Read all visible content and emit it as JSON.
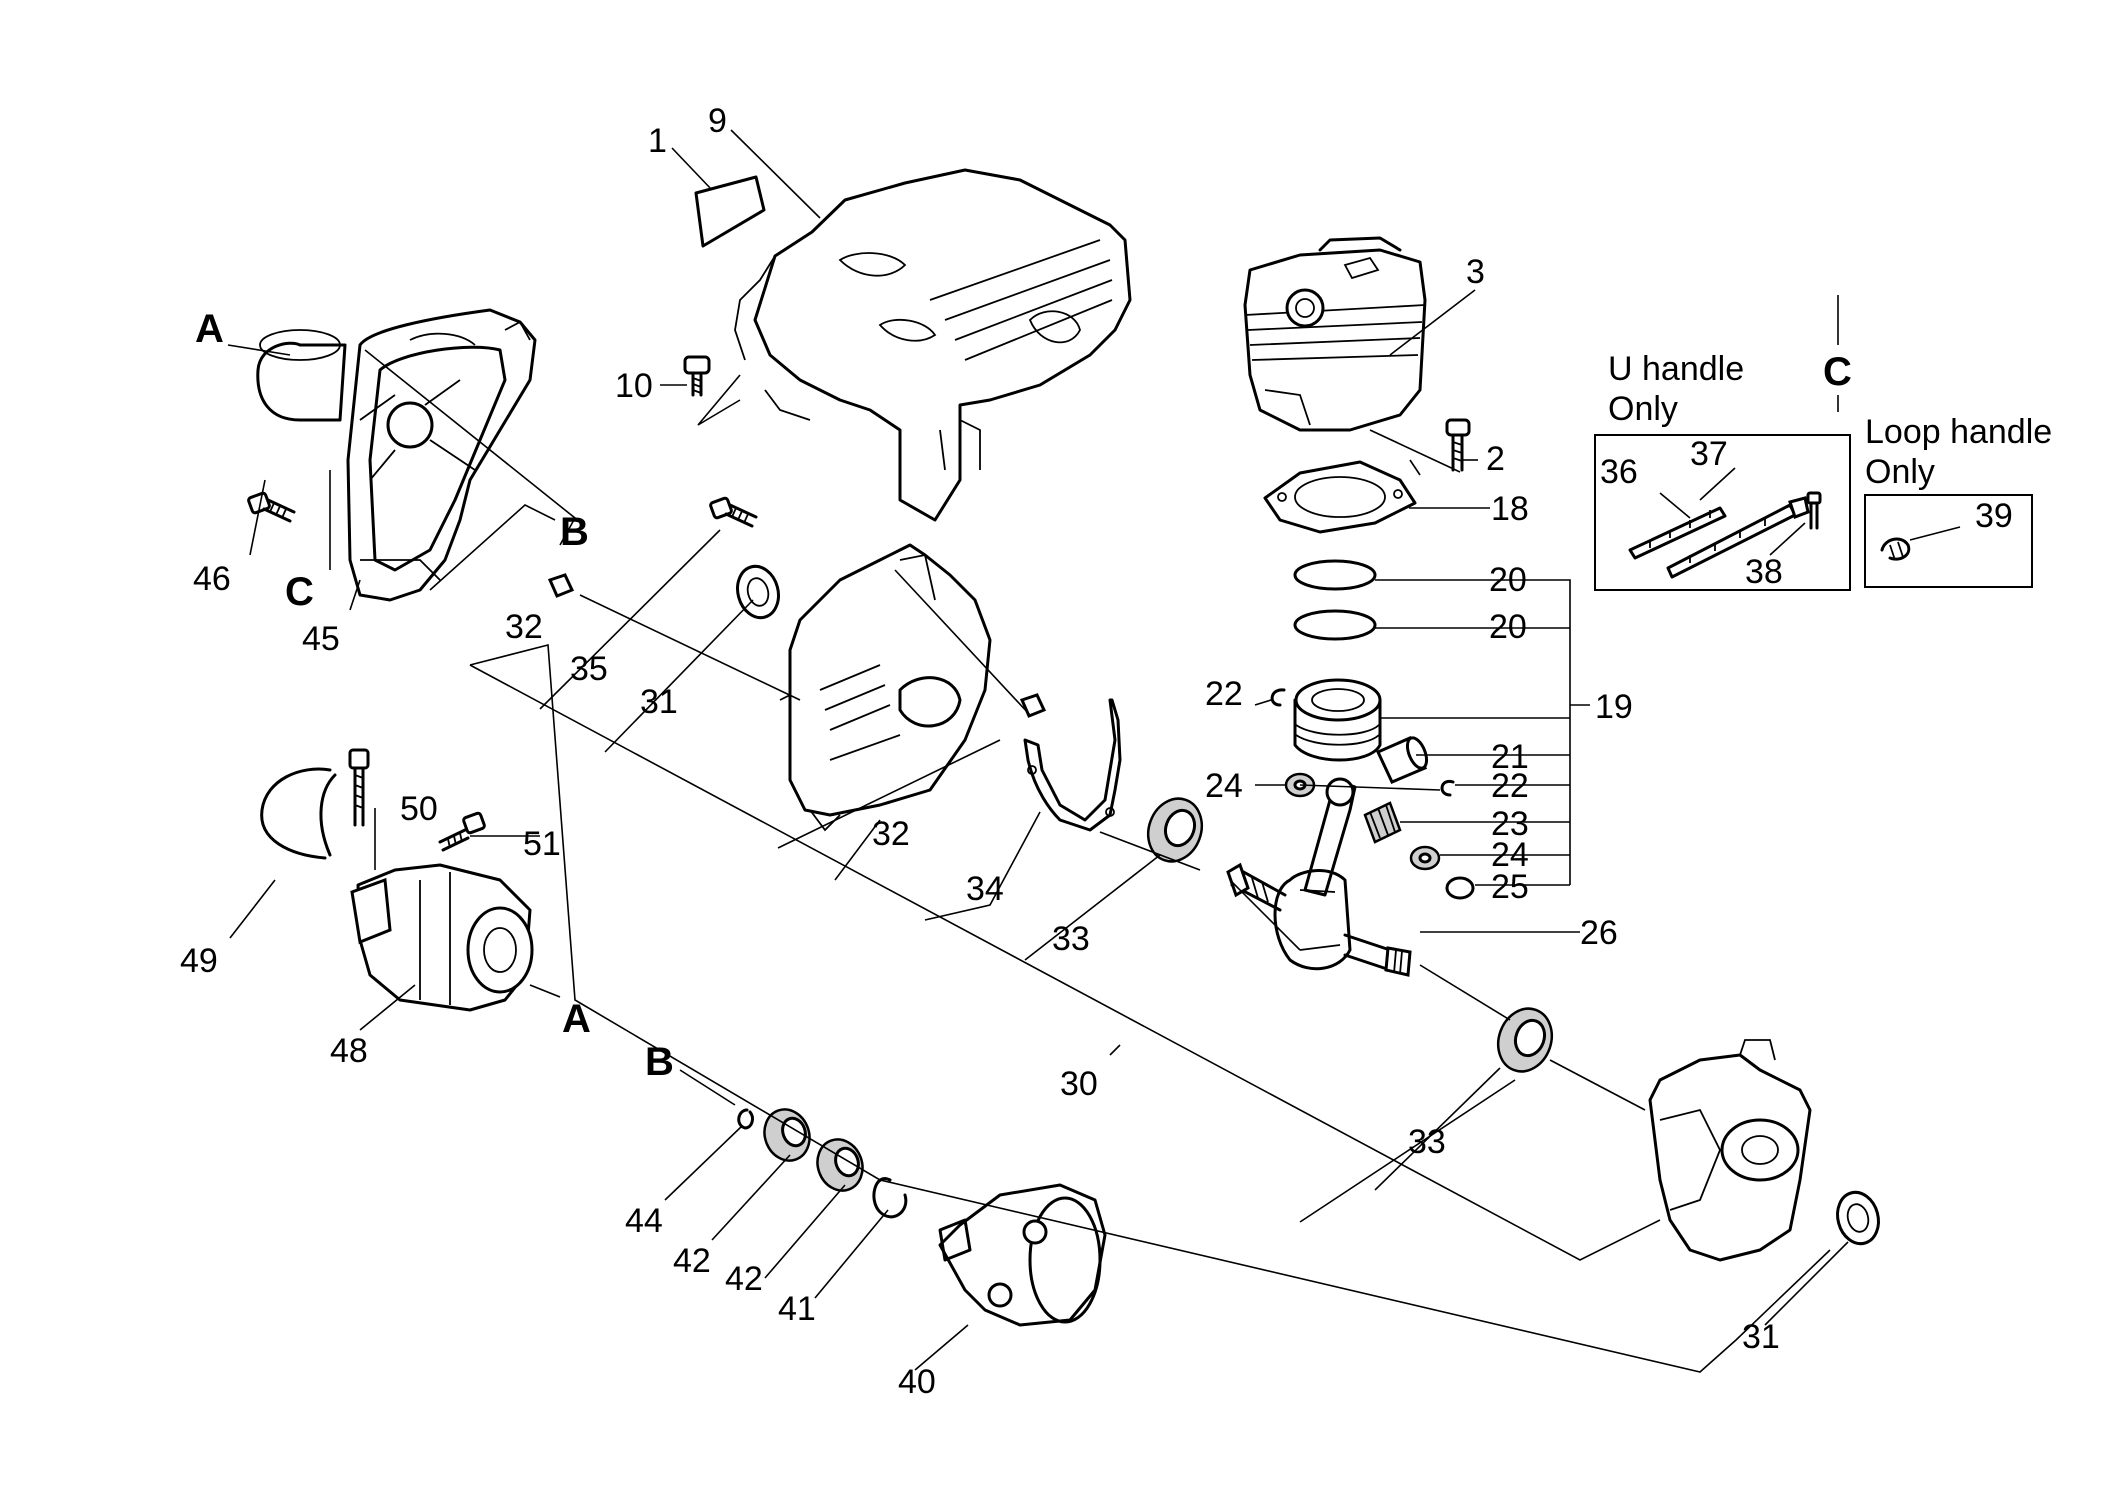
{
  "labels": {
    "n1": "1",
    "n9": "9",
    "n3": "3",
    "n10": "10",
    "n2": "2",
    "n18": "18",
    "n20a": "20",
    "n20b": "20",
    "n19": "19",
    "n22a": "22",
    "n21": "21",
    "n22b": "22",
    "n24a": "24",
    "n23": "23",
    "n24b": "24",
    "n25": "25",
    "n26": "26",
    "n46": "46",
    "n45": "45",
    "n32a": "32",
    "n35": "35",
    "n31a": "31",
    "n32b": "32",
    "n34": "34",
    "n33a": "33",
    "n30": "30",
    "n33b": "33",
    "n31b": "31",
    "n50": "50",
    "n51": "51",
    "n49": "49",
    "n48": "48",
    "n44": "44",
    "n42a": "42",
    "n42b": "42",
    "n41": "41",
    "n40": "40",
    "n36": "36",
    "n37": "37",
    "n38": "38",
    "n39": "39"
  },
  "refs": {
    "A1": "A",
    "A2": "A",
    "B1": "B",
    "B2": "B",
    "C1": "C",
    "C2": "C"
  },
  "captions": {
    "u_handle_line1": "U handle",
    "u_handle_line2": "Only",
    "loop_handle_line1": "Loop handle",
    "loop_handle_line2": "Only"
  }
}
